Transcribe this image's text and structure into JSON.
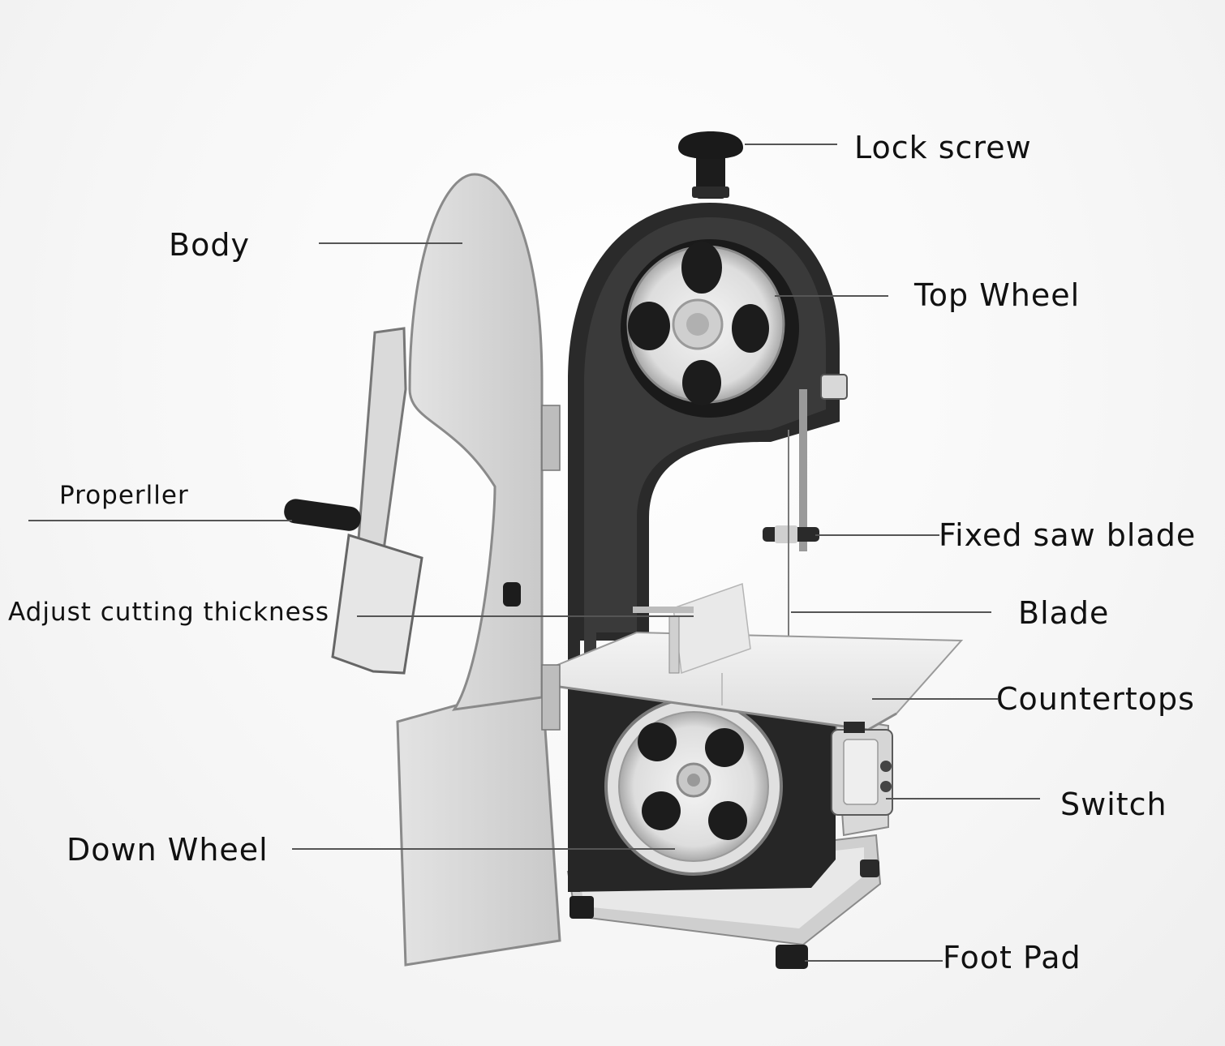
{
  "labels": {
    "lock_screw": "Lock screw",
    "body": "Body",
    "top_wheel": "Top Wheel",
    "properller": "Properller",
    "fixed_saw_blade": "Fixed saw blade",
    "adjust_cutting_thickness": "Adjust cutting thickness",
    "blade": "Blade",
    "countertops": "Countertops",
    "switch": "Switch",
    "down_wheel": "Down Wheel",
    "foot_pad": "Foot Pad"
  },
  "colors": {
    "background": "#f5f5f5",
    "metal_light": "#e6e6e6",
    "metal_mid": "#bdbdbd",
    "frame_dark": "#2a2a2a",
    "leader_line": "#555555",
    "label_text": "#111111"
  }
}
